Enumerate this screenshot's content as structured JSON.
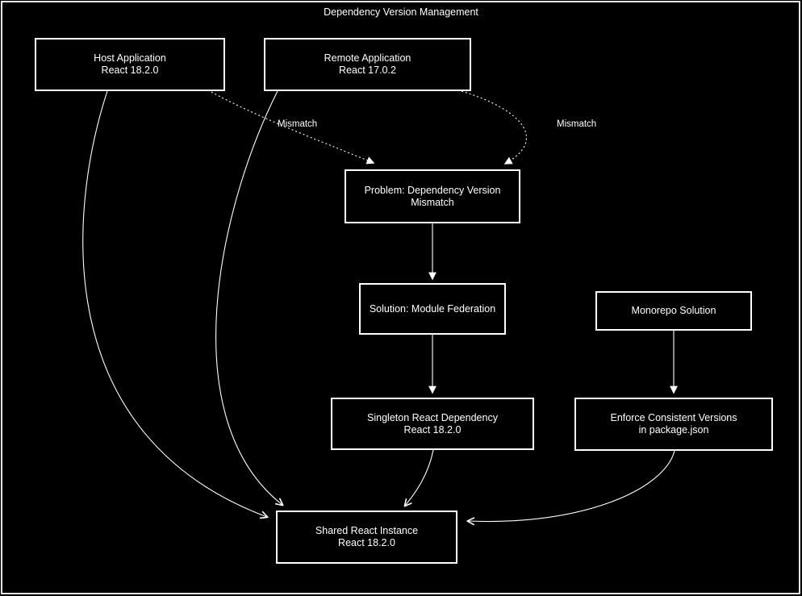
{
  "title": "Dependency Version Management",
  "colors": {
    "background": "#000000",
    "foreground": "#ffffff"
  },
  "nodes": {
    "host": {
      "line1": "Host Application",
      "line2": "React 18.2.0"
    },
    "remote": {
      "line1": "Remote Application",
      "line2": "React 17.0.2"
    },
    "problem": {
      "line1": "Problem: Dependency Version",
      "line2": "Mismatch"
    },
    "solution": {
      "line1": "Solution: Module Federation"
    },
    "monorepo": {
      "line1": "Monorepo Solution"
    },
    "singleton": {
      "line1": "Singleton React Dependency",
      "line2": "React 18.2.0"
    },
    "enforce": {
      "line1": "Enforce Consistent Versions",
      "line2": "in package.json"
    },
    "shared": {
      "line1": "Shared React Instance",
      "line2": "React 18.2.0"
    }
  },
  "edges": [
    {
      "from": "host",
      "to": "problem",
      "label": "Mismatch",
      "style": "dotted"
    },
    {
      "from": "remote",
      "to": "problem",
      "label": "Mismatch",
      "style": "dotted"
    },
    {
      "from": "problem",
      "to": "solution",
      "style": "solid"
    },
    {
      "from": "solution",
      "to": "singleton",
      "style": "solid"
    },
    {
      "from": "monorepo",
      "to": "enforce",
      "style": "solid"
    },
    {
      "from": "singleton",
      "to": "shared",
      "style": "solid"
    },
    {
      "from": "enforce",
      "to": "shared",
      "style": "solid"
    },
    {
      "from": "host",
      "to": "shared",
      "style": "solid"
    },
    {
      "from": "remote",
      "to": "shared",
      "style": "solid"
    }
  ]
}
